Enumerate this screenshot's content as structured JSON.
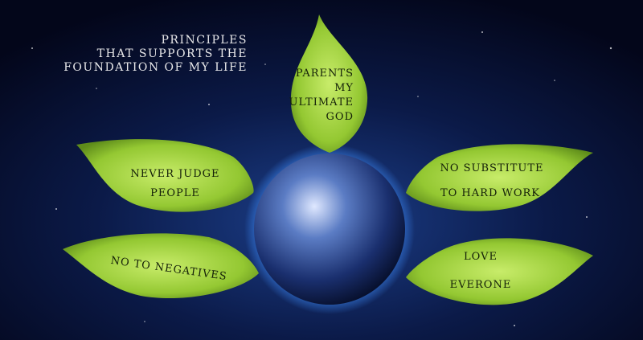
{
  "title": {
    "lines": [
      "PRINCIPLES",
      "THAT SUPPORTS THE",
      "FOUNDATION OF MY LIFE"
    ]
  },
  "leaves": {
    "top": {
      "lines": [
        "PARENTS",
        "MY",
        "ULTIMATE",
        "GOD"
      ]
    },
    "left_upper": {
      "lines": [
        "NEVER JUDGE",
        "PEOPLE"
      ]
    },
    "right_upper": {
      "lines": [
        "NO SUBSTITUTE",
        "TO HARD WORK"
      ]
    },
    "left_lower": {
      "lines": [
        "NO TO NEGATIVES"
      ]
    },
    "right_lower": {
      "lines": [
        "LOVE",
        "EVERONE"
      ]
    }
  },
  "colors": {
    "background": "#050a1e",
    "leaf": "#9acd32",
    "earth_glow": "#3f8fff"
  }
}
